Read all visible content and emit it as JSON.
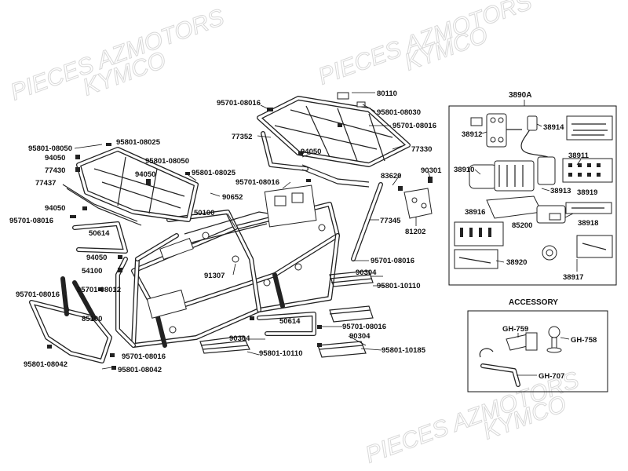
{
  "watermark": {
    "lines": [
      "PIECES AZMOTORS",
      "KYMCO",
      "PIECES AZMOTORS",
      "KYMCO",
      "PIECES AZMOTORS",
      "KYMCO"
    ]
  },
  "kit_box": {
    "title": "3890A",
    "labels": [
      "38914",
      "38912",
      "38911",
      "38910",
      "38913",
      "38919",
      "38916",
      "85200",
      "38918",
      "38920",
      "38917"
    ]
  },
  "accessory_box": {
    "title": "ACCESSORY",
    "labels": [
      "GH-759",
      "GH-758",
      "GH-707"
    ]
  },
  "labels": {
    "p80110": "80110",
    "p95801_08030": "95801-08030",
    "p95701_08016_a": "95701-08016",
    "p95701_08016_b": "95701-08016",
    "p77352": "77352",
    "p77330": "77330",
    "p95801_08050_a": "95801-08050",
    "p95801_08025_a": "95801-08025",
    "p94050_a": "94050",
    "p94050_top": "94050",
    "p77430": "77430",
    "p95801_08050_b": "95801-08050",
    "p94050_b": "94050",
    "p95801_08025_b": "95801-08025",
    "p77437": "77437",
    "p95701_08016_c": "95701-08016",
    "p83620": "83620",
    "p90301": "90301",
    "p90652": "90652",
    "p94050_c": "94050",
    "p50100": "50100",
    "p95701_08016_d": "95701-08016",
    "p77345": "77345",
    "p81202": "81202",
    "p50614_a": "50614",
    "p94050_d": "94050",
    "p95701_08016_e": "95701-08016",
    "p91307": "91307",
    "p54100": "54100",
    "p90304_a": "90304",
    "p95801_10110_a": "95801-10110",
    "p95701_08016_f": "95701-08016",
    "p95701_08012": "95701-08012",
    "p85100": "85100",
    "p50614_b": "50614",
    "p95701_08016_g": "95701-08016",
    "p90304_b": "90304",
    "p90304_c": "90304",
    "p95701_08016_h": "95701-08016",
    "p95801_10110_b": "95801-10110",
    "p95801_10185": "95801-10185",
    "p95801_08042_a": "95801-08042",
    "p95801_08042_b": "95801-08042"
  }
}
